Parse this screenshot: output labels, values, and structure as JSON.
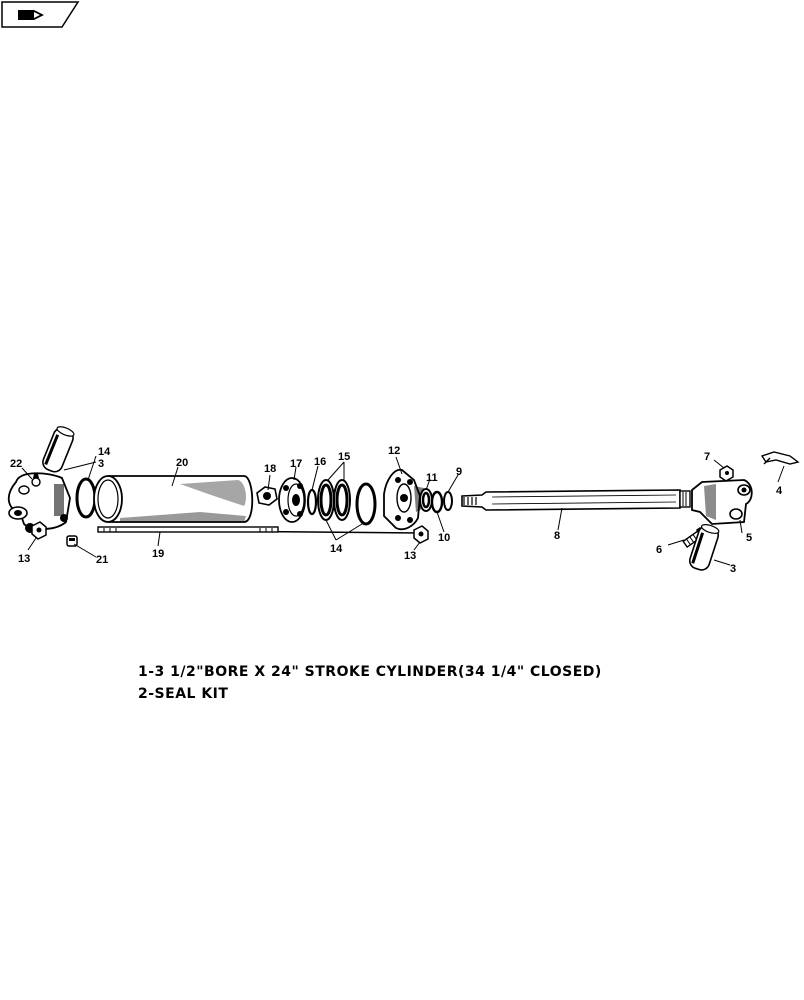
{
  "nav_icon": "hand-pointing-icon",
  "callouts": {
    "c22": "22",
    "c3a": "3",
    "c14a": "14",
    "c13a": "13",
    "c21": "21",
    "c20": "20",
    "c19": "19",
    "c18": "18",
    "c17": "17",
    "c16": "16",
    "c15": "15",
    "c14b": "14",
    "c12": "12",
    "c11": "11",
    "c9": "9",
    "c10": "10",
    "c13b": "13",
    "c8": "8",
    "c7": "7",
    "c4": "4",
    "c5": "5",
    "c6": "6",
    "c3b": "3"
  },
  "captions": {
    "line1": "1-3 1/2\"BORE X 24\" STROKE CYLINDER(34 1/4\" CLOSED)",
    "line2": "2-SEAL KIT"
  }
}
